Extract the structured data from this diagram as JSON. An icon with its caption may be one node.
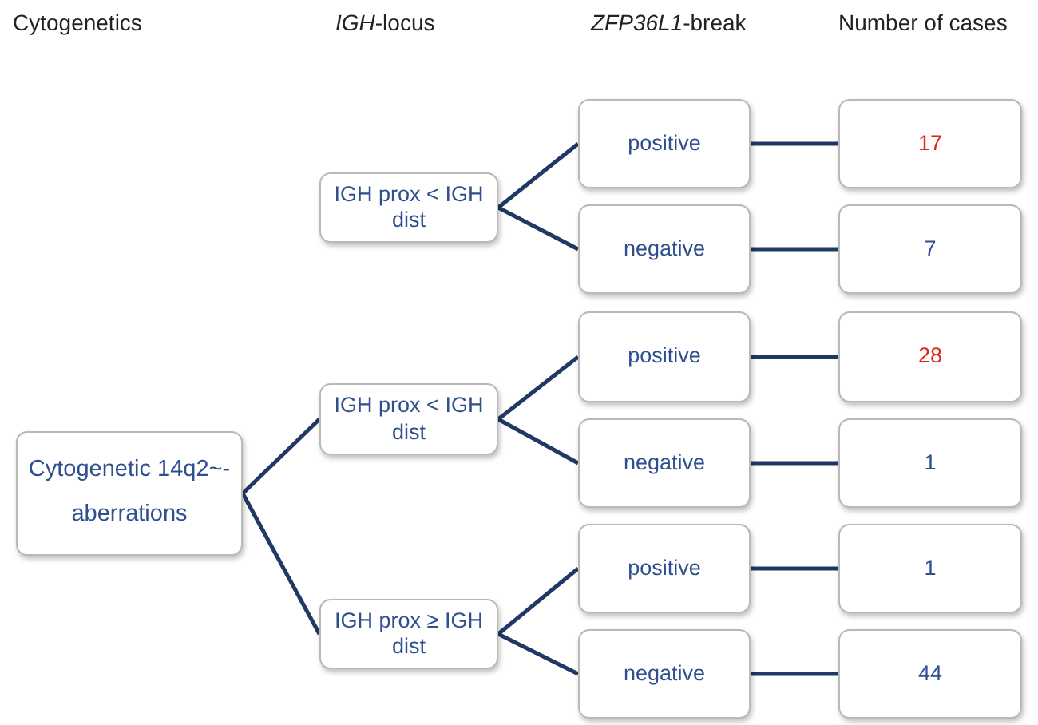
{
  "diagram": {
    "nodes": [
      {
        "text": [
          "Cytogenetic 14q2~-aberrations"
        ]
      },
      {
        "text": [
          "IGH prox < IGH dist"
        ]
      },
      {
        "text": [
          "positive"
        ]
      },
      {
        "text": [
          "17"
        ]
      },
      {
        "text": [
          "negative"
        ]
      },
      {
        "text": [
          "7"
        ]
      },
      {
        "text": [
          "IGH prox < IGH dist"
        ]
      },
      {
        "text": [
          "positive"
        ]
      },
      {
        "text": [
          "28"
        ]
      },
      {
        "text": [
          "negative"
        ]
      },
      {
        "text": [
          "1"
        ]
      },
      {
        "text": [
          "IGH prox ≥ IGH dist"
        ]
      },
      {
        "text": [
          "positive"
        ]
      },
      {
        "text": [
          "1"
        ]
      },
      {
        "text": [
          "negative"
        ]
      },
      {
        "text": [
          "44"
        ]
      }
    ],
    "edges": [
      {
        "from": 1,
        "to": 2,
        "arrow": "none"
      },
      {
        "from": 1,
        "to": 4,
        "arrow": "none"
      },
      {
        "from": 2,
        "to": 3,
        "arrow": "none"
      },
      {
        "from": 4,
        "to": 5,
        "arrow": "none"
      },
      {
        "from": 0,
        "to": 6,
        "arrow": "none"
      },
      {
        "from": 0,
        "to": 11,
        "arrow": "none"
      },
      {
        "from": 6,
        "to": 7,
        "arrow": "none"
      },
      {
        "from": 6,
        "to": 9,
        "arrow": "none"
      },
      {
        "from": 7,
        "to": 8,
        "arrow": "none"
      },
      {
        "from": 9,
        "to": 10,
        "arrow": "none"
      },
      {
        "from": 11,
        "to": 12,
        "arrow": "none"
      },
      {
        "from": 11,
        "to": 14,
        "arrow": "none"
      },
      {
        "from": 12,
        "to": 13,
        "arrow": "none"
      },
      {
        "from": 14,
        "to": 15,
        "arrow": "none"
      }
    ],
    "labels": [
      "Cytogenetics",
      "*IGH*-locus",
      "*ZFP36L1*-break",
      "Number of cases"
    ]
  }
}
